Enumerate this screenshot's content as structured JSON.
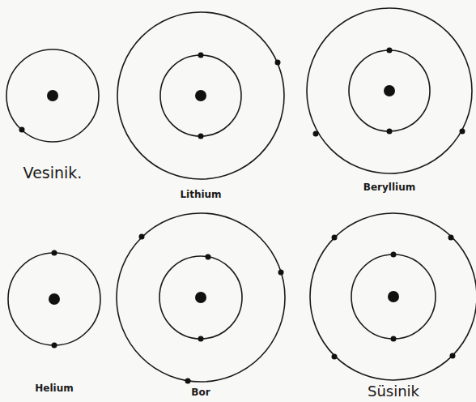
{
  "diagram": {
    "labels": [
      "Vesinik.",
      "Lithium",
      "Beryllium",
      "Helium",
      "Bor",
      "Süsinik"
    ]
  }
}
